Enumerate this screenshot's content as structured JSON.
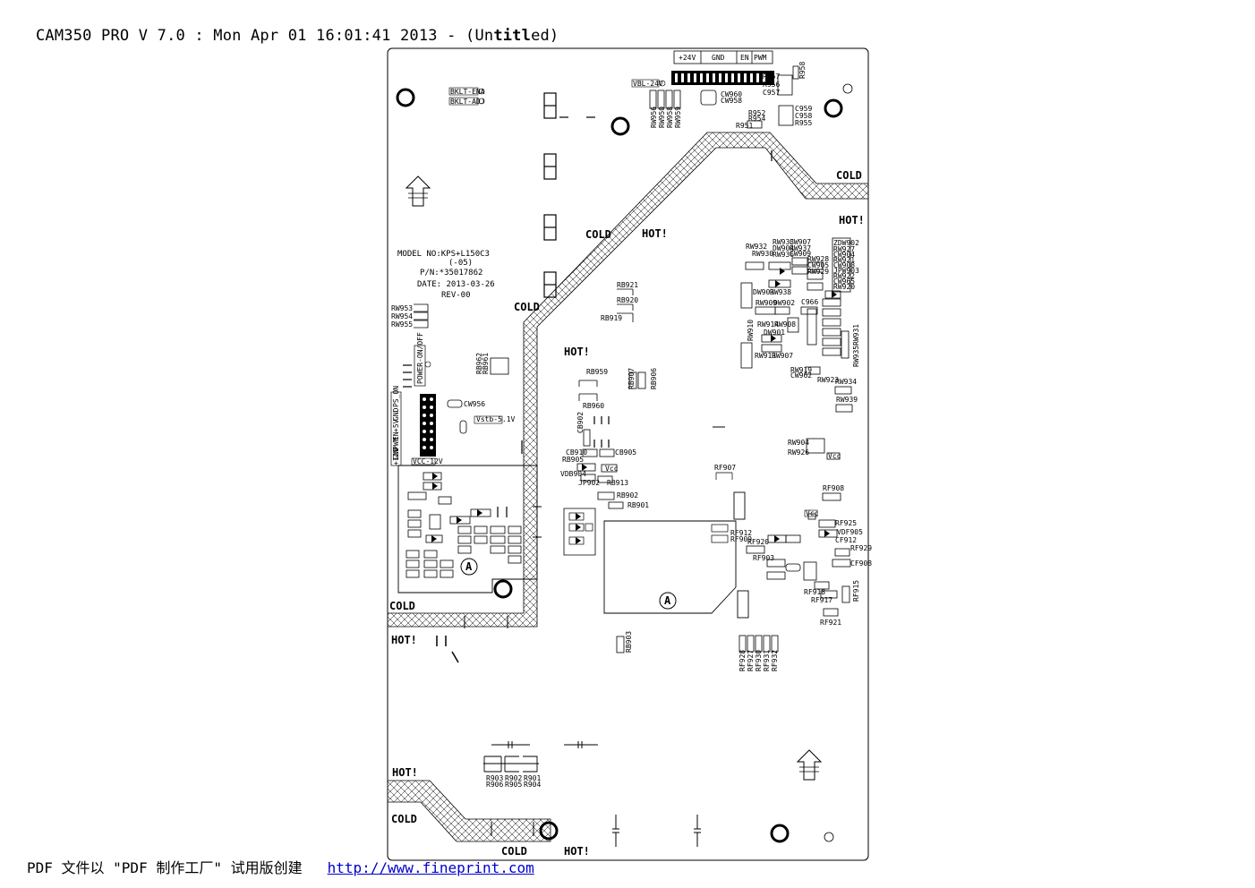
{
  "header": {
    "prefix": "CAM350 PRO V 7.0 : Mon Apr 01 16:01:41 2013 - (Un",
    "bold": "titl",
    "suffix": "ed)"
  },
  "footer": {
    "text": "PDF 文件以 \"PDF 制作工厂\" 试用版创建",
    "link": "http://www.fineprint.com"
  },
  "board": {
    "model_line": "MODEL NO:KPS+L150C3",
    "model_sub": "(-05)",
    "pn": "P/N:*35017862",
    "date": "DATE: 2013-03-26",
    "rev": "REV-00",
    "connector_top": [
      "+24V",
      "GND",
      "EN",
      "PWM"
    ],
    "bklt": [
      "BKLT-ENA",
      "BKLT-ADJ"
    ],
    "vbl": "VBL-24V",
    "zone_labels": {
      "cold_tr": "COLD",
      "hot_tr": "HOT!",
      "cold_mid": "COLD",
      "hot_mid": "HOT!",
      "cold_left": "COLD",
      "hot_left": "HOT!",
      "cold_ll": "COLD",
      "hot_ll": "HOT!",
      "hot_bottom": "HOT!",
      "cold_bottom": "COLD",
      "cold_bmid": "COLD",
      "hot_bright": "HOT!"
    },
    "left_conn": [
      "PS_ON",
      "GND",
      "+5V",
      "EN",
      "PWM",
      "GND",
      "+12V"
    ],
    "vcc12": "VCC-12V",
    "power": "POWER-ON/OFF",
    "refs": {
      "rw953": "RW953",
      "rw954": "RW954",
      "rw955": "RW955",
      "rb962": "RB962",
      "rb961": "RB961",
      "cw956": "CW956",
      "vstb": "Vstb-5.1V",
      "rb921": "RB921",
      "rb920": "RB920",
      "rb919": "RB919",
      "rb959": "RB959",
      "rb960": "RB960",
      "rb907": "RB907",
      "rb906": "RB906",
      "cb902": "CB902",
      "cb910": "CB910",
      "cb905": "CB905",
      "rb905": "RB905",
      "vdb904": "VDB904",
      "jp902": "JP902",
      "rb913": "RB913",
      "vcc": "Vcc",
      "rb902": "RB902",
      "rb901": "RB901",
      "rf907": "RF907",
      "rf908": "RF908",
      "rf912": "RF912",
      "rf909": "RF909",
      "rf920": "RF920",
      "rf903": "RF903",
      "rf925": "RF925",
      "vdf905": "VDF905",
      "cf912": "CF912",
      "rf929": "RF929",
      "cf908": "CF908",
      "rf918": "RF918",
      "rf917": "RF917",
      "rf921": "RF921",
      "rf915": "RF915",
      "rw904": "RW904",
      "rw926": "RW926",
      "vcc2": "Vcc",
      "vcc3": "Vcc",
      "rw932": "RW932",
      "rw930": "RW930",
      "rw933": "RW933",
      "cw907": "CW907",
      "dw904": "DW904",
      "rw937": "RW937",
      "rw936": "RW936",
      "cw909": "CW909",
      "rw928": "RW928",
      "cw905": "CW905",
      "rw929": "RW929",
      "zdw902": "ZDW902",
      "rw927": "RW927",
      "cw904": "CW904",
      "rw921": "RW921",
      "cw908": "CW908",
      "jpw903": "JPW903",
      "rw922": "RW922",
      "cw965": "CW965",
      "rw920": "RW920",
      "dw903": "DW903",
      "rw938": "RW938",
      "rw909": "RW909",
      "dw902": "DW902",
      "rw914": "RW914",
      "rw908": "RW908",
      "dw901": "DW901",
      "rw913": "RW913",
      "rw907": "RW907",
      "rw910": "RW910",
      "c966": "C966",
      "rw931": "RW931",
      "rw935": "RW935",
      "rw919": "RW919",
      "cw962": "CW962",
      "rw923": "RW923",
      "rw934": "RW934",
      "rw939": "RW939",
      "r957": "R957",
      "r956": "R956",
      "c957": "C957",
      "r958": "R958",
      "cw960": "CW960",
      "cw958": "CW958",
      "r952": "R952",
      "r954": "R954",
      "c959": "C959",
      "c958": "C958",
      "r955": "R955",
      "r951": "R951",
      "rw956": "RW956",
      "rw950": "RW950",
      "rw958": "RW958",
      "rw959": "RW959",
      "rb903": "RB903",
      "r903": "R903",
      "r906": "R906",
      "r902": "R902",
      "r905": "R905",
      "r901": "R901",
      "r904": "R904",
      "rf_bottom": [
        "RF928",
        "RF927",
        "RF930",
        "RF931",
        "RF932"
      ]
    },
    "a_marks": [
      "A",
      "A"
    ]
  }
}
